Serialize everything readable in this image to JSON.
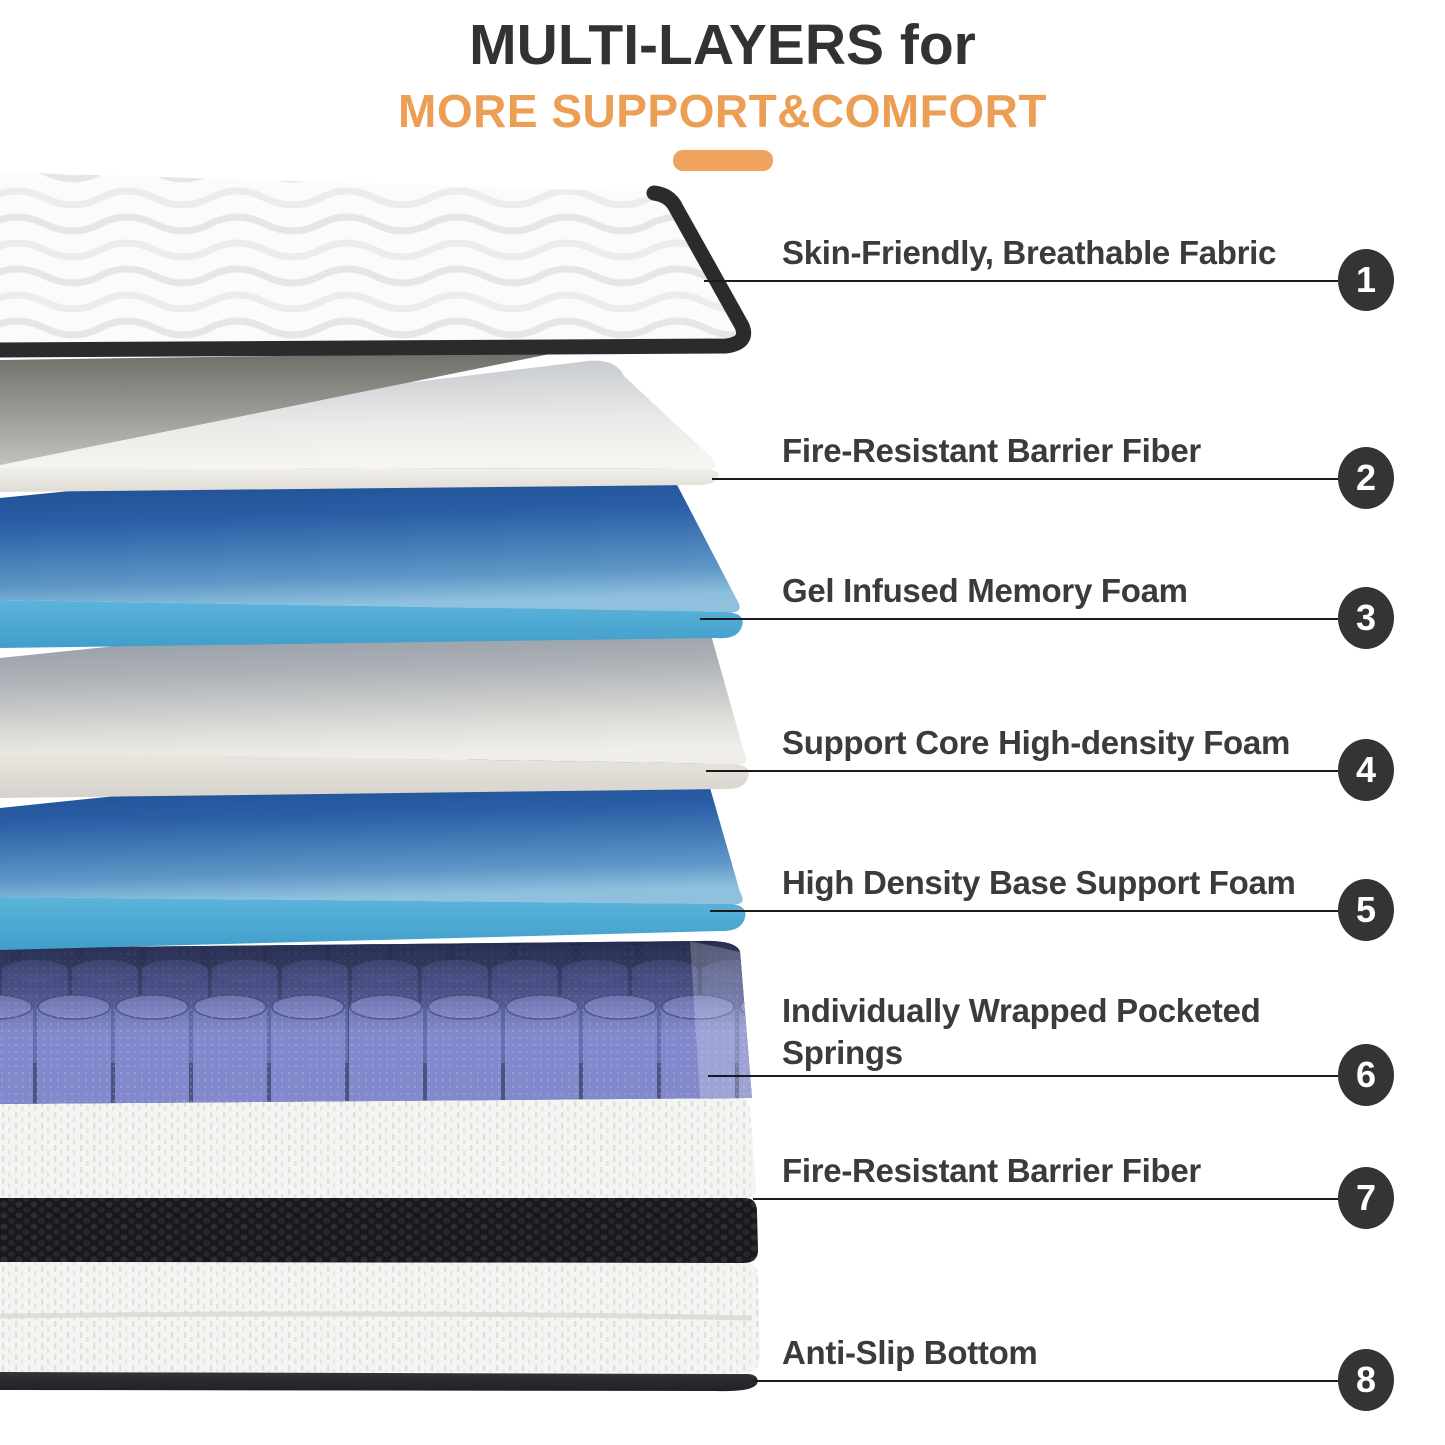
{
  "header": {
    "title": "MULTI-LAYERS for",
    "subtitle": "MORE SUPPORT&COMFORT"
  },
  "diagram": {
    "description": "Exploded side view of mattress construction with eight numbered layers",
    "layers": [
      {
        "number": "1",
        "label": "Skin-Friendly, Breathable Fabric"
      },
      {
        "number": "2",
        "label": "Fire-Resistant Barrier Fiber"
      },
      {
        "number": "3",
        "label": "Gel Infused Memory Foam"
      },
      {
        "number": "4",
        "label": "Support Core High-density Foam"
      },
      {
        "number": "5",
        "label": "High Density Base Support Foam"
      },
      {
        "number": "6",
        "label": "Individually Wrapped Pocketed Springs"
      },
      {
        "number": "7",
        "label": "Fire-Resistant Barrier Fiber"
      },
      {
        "number": "8",
        "label": "Anti-Slip Bottom"
      }
    ]
  },
  "colors": {
    "accent_orange": "#EC9E55",
    "accent_dash": "#F0A35C",
    "title_text": "#323234",
    "label_text": "#3B3B3C",
    "badge_background": "#343437",
    "badge_number": "#FFFFFF",
    "leader_line": "#1B1B1B",
    "quilt_trim_black": "#2B2B2E",
    "gel_foam_blue_dark": "#16407E",
    "foam_blue_front": "#54AFD7",
    "foam_gray_front": "#E3E0DA",
    "spring_purple": "#8289CC",
    "knit_band_black": "#1A1A1D"
  }
}
